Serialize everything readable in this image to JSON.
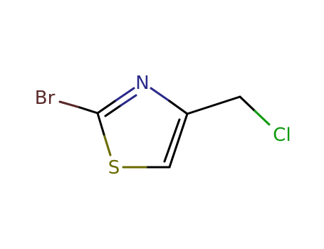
{
  "atoms": {
    "br": {
      "label": "Br",
      "color": "#5a2a2a"
    },
    "n": {
      "label": "N",
      "color": "#2a2a8a"
    },
    "s": {
      "label": "S",
      "color": "#6b6b00"
    },
    "cl": {
      "label": "Cl",
      "color": "#0e9a0e"
    }
  },
  "bond_color": "#000000"
}
